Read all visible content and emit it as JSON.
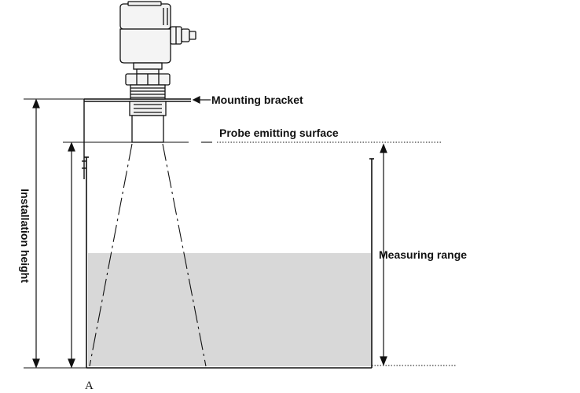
{
  "labels": {
    "mounting_bracket": "Mounting bracket",
    "probe_emitting_surface": "Probe emitting surface",
    "installation_height": "Installation height",
    "measuring_range": "Measuring range",
    "corner_marker": "A"
  },
  "colors": {
    "line": "#111111",
    "liquid": "#d8d8d8",
    "sensor_fill": "#f4f4f4",
    "background": "#ffffff"
  }
}
